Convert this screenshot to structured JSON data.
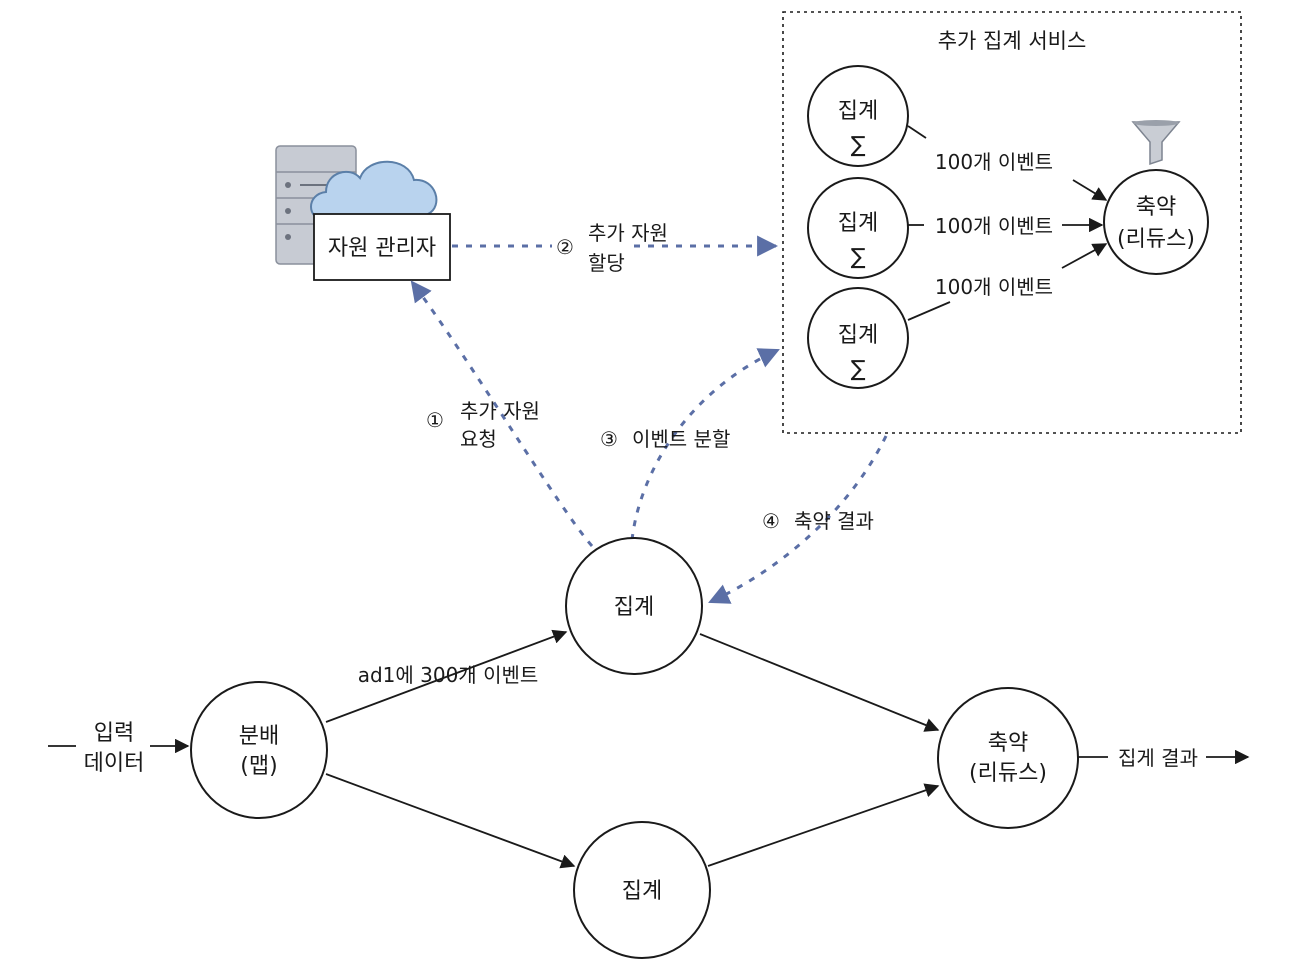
{
  "diagram": {
    "service_title": "추가 집계 서비스",
    "resource_manager": "자원 관리자",
    "inner_aggregators": [
      {
        "line1": "집계",
        "line2": "∑"
      },
      {
        "line1": "집계",
        "line2": "∑"
      },
      {
        "line1": "집계",
        "line2": "∑"
      }
    ],
    "inner_reduce": {
      "line1": "축약",
      "line2": "(리듀스)"
    },
    "inner_edges": [
      "100개 이벤트",
      "100개 이벤트",
      "100개 이벤트"
    ],
    "steps": {
      "s1": {
        "num": "①",
        "line1": "추가 자원",
        "line2": "요청"
      },
      "s2": {
        "num": "②",
        "line1": "추가 자원",
        "line2": "할당"
      },
      "s3": {
        "num": "③",
        "text": "이벤트 분할"
      },
      "s4": {
        "num": "④",
        "text": "축약 결과"
      }
    },
    "input": {
      "line1": "입력",
      "line2": "데이터"
    },
    "map_node": {
      "line1": "분배",
      "line2": "(맵)"
    },
    "aggregate_top": "집계",
    "aggregate_bottom": "집계",
    "reduce_node": {
      "line1": "축약",
      "line2": "(리듀스)"
    },
    "edge_ad1": "ad1에 300개 이벤트",
    "output": "집게 결과"
  },
  "colors": {
    "dashed_arrow": "#5b6fa6",
    "stroke": "#1a1a1a",
    "cloud_fill": "#b9d3ee",
    "server_fill": "#c7cbd3"
  }
}
